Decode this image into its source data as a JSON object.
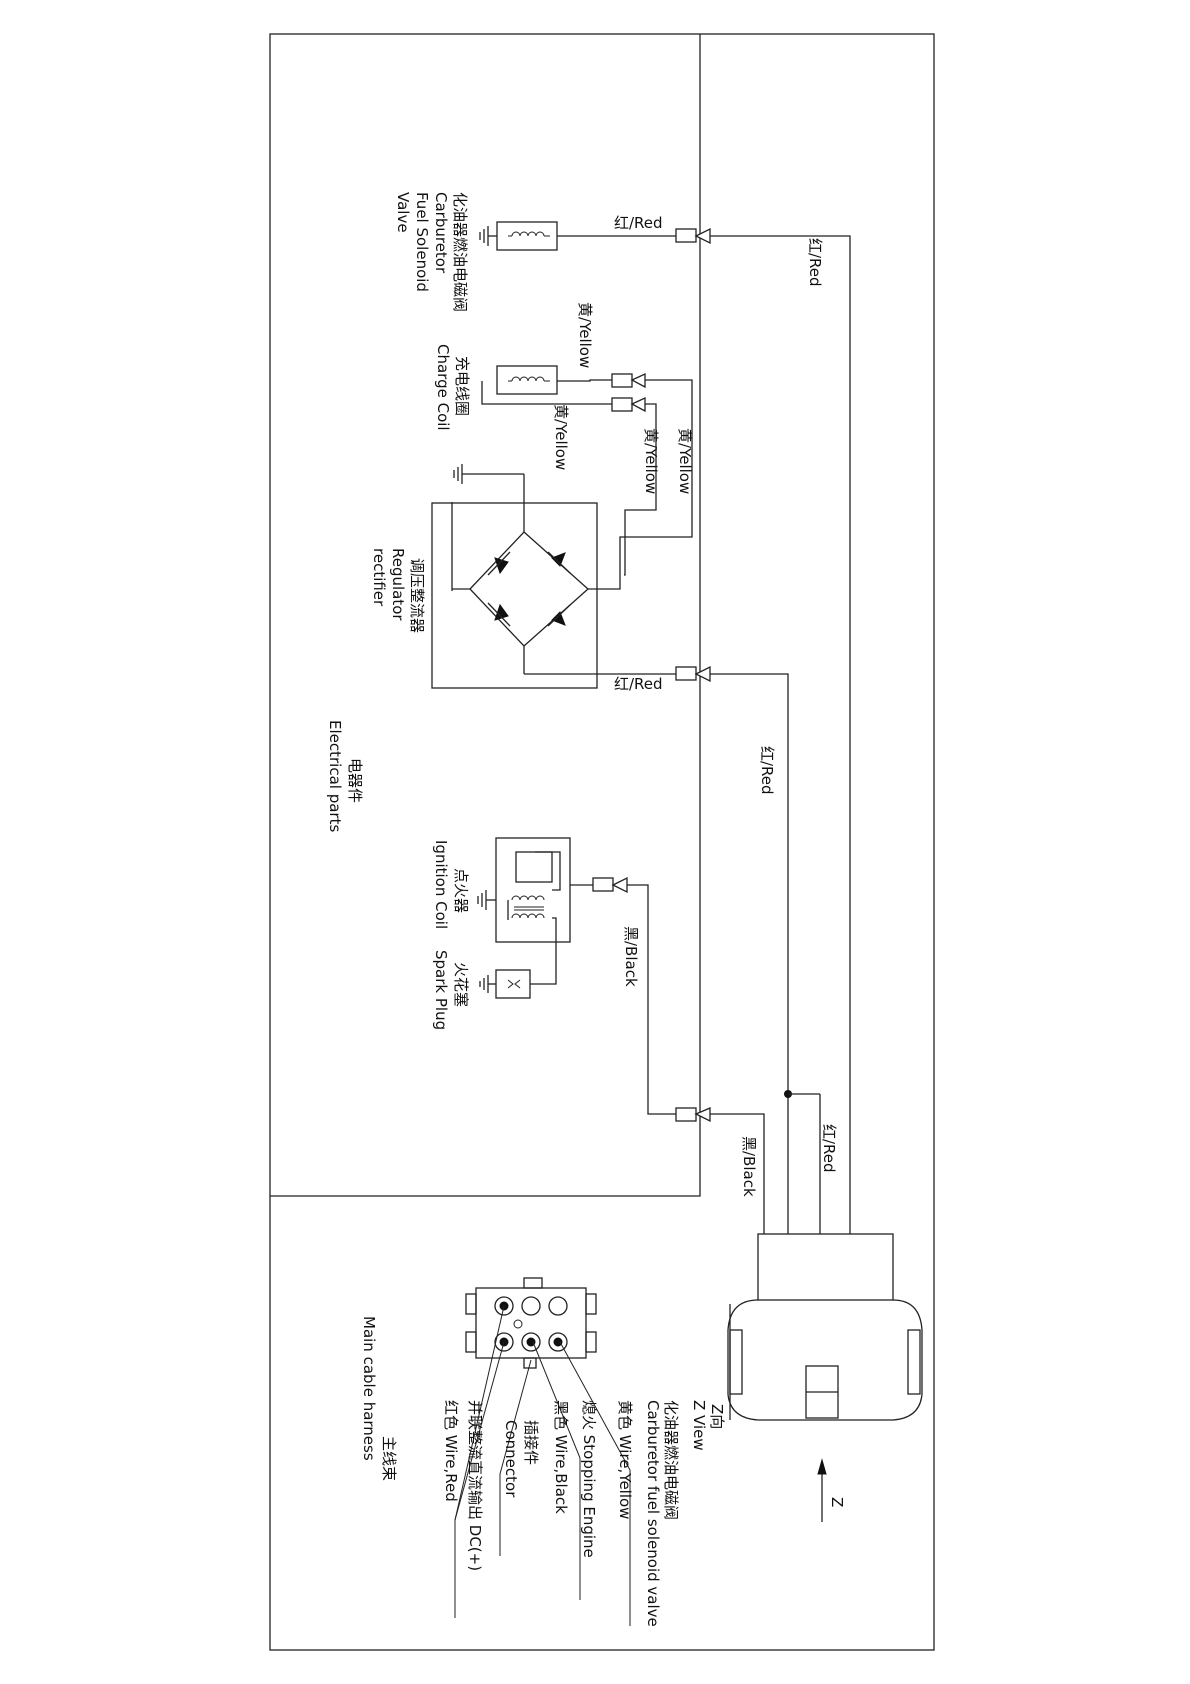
{
  "wire_labels": {
    "red_top_short": "红/Red",
    "red_top_long": "红/Red",
    "yellow_1": "黄/Yellow",
    "yellow_2": "黄/Yellow",
    "yellow_3": "黄/Yellow",
    "yellow_4": "黄/Yellow",
    "red_mid_short": "红/Red",
    "red_mid_long": "红/Red",
    "black_1": "黑/Black",
    "red_bottom": "红/Red",
    "black_bottom": "黑/Black"
  },
  "components": {
    "carb_valve_cn": "化油器燃油电磁阀",
    "carb_valve_en1": "Carburetor",
    "carb_valve_en2": "Fuel Solenoid",
    "carb_valve_en3": "Valve",
    "charge_coil_cn": "充电线圈",
    "charge_coil_en": "Charge Coil",
    "regulator_cn": "调压整流器",
    "regulator_en1": "Regulator",
    "regulator_en2": "rectifier",
    "electrical_cn": "电器件",
    "electrical_en": "Electrical parts",
    "ignition_cn": "点火器",
    "ignition_en": "Ignition Coil",
    "spark_cn": "火花塞",
    "spark_en": "Spark Plug"
  },
  "harness": {
    "z_view_cn": "Z向",
    "z_view_en": "Z View",
    "z_arrow": "Z",
    "carb_fuel_cn": "化油器燃油电磁阀",
    "carb_fuel_en": "Carburetor fuel solenoid valve",
    "yellow_wire": "黄色 Wire,Yellow",
    "stopping_engine": "熄火 Stopping Engine",
    "black_wire": "黑色 Wire,Black",
    "connector_cn": "插接件",
    "connector_en": "Connector",
    "dc_output": "并联整流直流输出 DC(+)",
    "red_wire": "红色 Wire,Red",
    "main_cable_cn": "主线束",
    "main_cable_en": "Main cable harness"
  }
}
